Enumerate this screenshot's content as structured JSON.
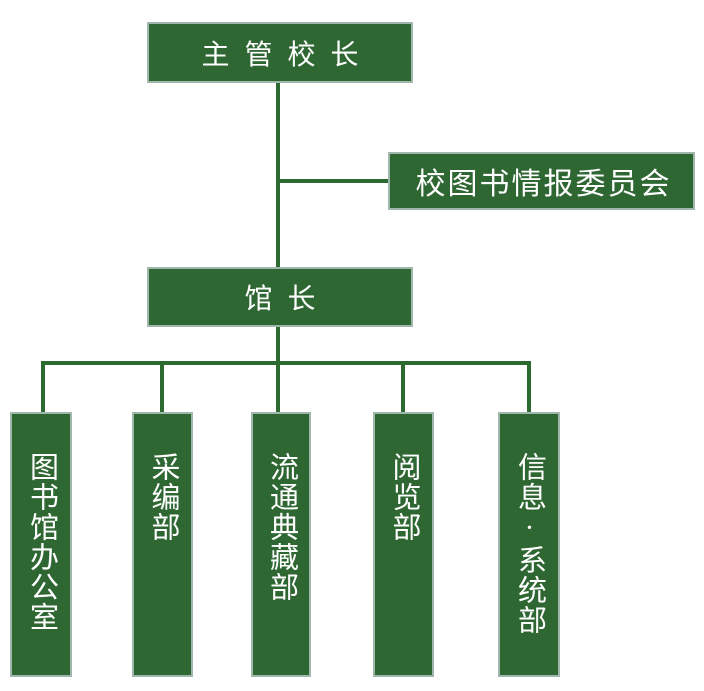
{
  "diagram": {
    "type": "org-chart",
    "nodes": {
      "principal": {
        "label": "主 管 校 长"
      },
      "committee": {
        "label": "校图书情报委员会"
      },
      "director": {
        "label": "馆 长"
      },
      "departments": [
        {
          "label": "图书馆办公室"
        },
        {
          "label": "采编部"
        },
        {
          "label": "流通典藏部"
        },
        {
          "label": "阅览部"
        },
        {
          "label": "信息·系统部"
        }
      ]
    }
  },
  "colors": {
    "box_fill": "#2f6733",
    "box_border": "#9fb7ac",
    "connector": "#2d6a2f",
    "text": "#ffffff",
    "background": "#ffffff"
  }
}
